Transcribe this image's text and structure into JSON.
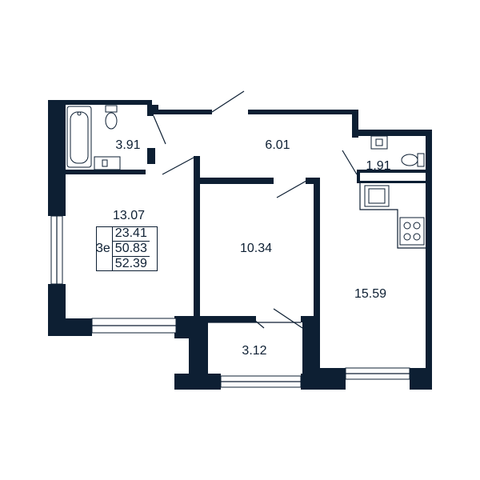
{
  "rooms": [
    {
      "key": "bathroom",
      "area": "3.91"
    },
    {
      "key": "hallway",
      "area": "6.01"
    },
    {
      "key": "toilet",
      "area": "1.91"
    },
    {
      "key": "bedroom",
      "area": "13.07"
    },
    {
      "key": "room",
      "area": "10.34"
    },
    {
      "key": "kitchen",
      "area": "15.59"
    },
    {
      "key": "balcony",
      "area": "3.12"
    }
  ],
  "summary": {
    "type_code": "3е",
    "living_area": "23.41",
    "total_area": "50.83",
    "total_with_balcony": "52.39"
  },
  "colors": {
    "wall": "#0d1f33",
    "background": "#ffffff"
  },
  "icons": [
    "bathtub-icon",
    "toilet-icon",
    "sink-icon",
    "stove-icon",
    "kitchen-sink-icon"
  ]
}
